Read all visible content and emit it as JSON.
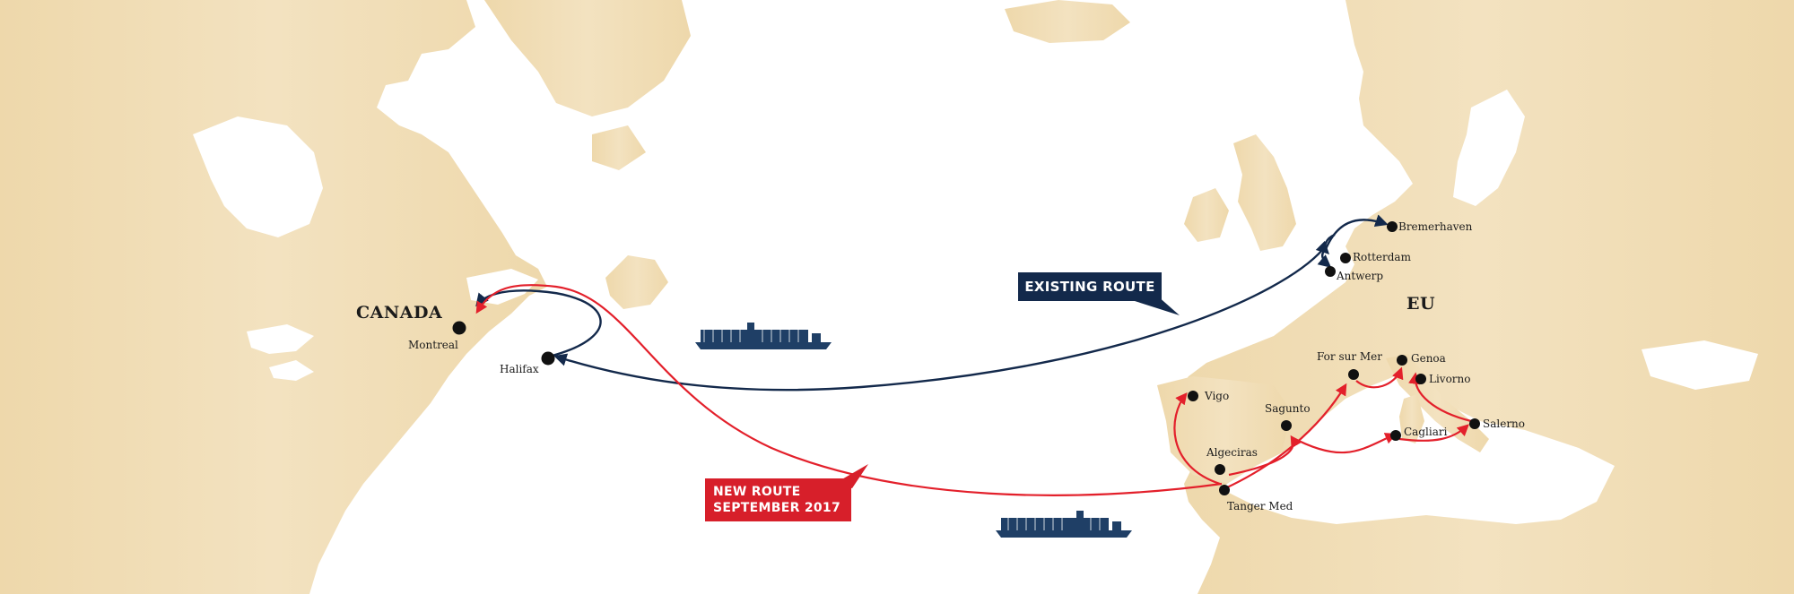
{
  "regions": {
    "canada": "CANADA",
    "eu": "EU"
  },
  "ports": {
    "montreal": "Montreal",
    "halifax": "Halifax",
    "bremerhaven": "Bremerhaven",
    "rotterdam": "Rotterdam",
    "antwerp": "Antwerp",
    "vigo": "Vigo",
    "algeciras": "Algeciras",
    "tanger_med": "Tanger Med",
    "sagunto": "Sagunto",
    "fos_sur_mer": "For sur Mer",
    "genoa": "Genoa",
    "livorno": "Livorno",
    "cagliari": "Cagliari",
    "salerno": "Salerno"
  },
  "legend": {
    "existing_route": "EXISTING ROUTE",
    "new_route_line1": "NEW ROUTE",
    "new_route_line2": "SEPTEMBER 2017"
  },
  "colors": {
    "land": "#f0dcb4",
    "water": "#ffffff",
    "existing_route": "#13294b",
    "new_route": "#d71f2a",
    "ship": "#1f3f66"
  },
  "icons": {
    "ship": "container-ship-icon",
    "port": "port-dot"
  }
}
